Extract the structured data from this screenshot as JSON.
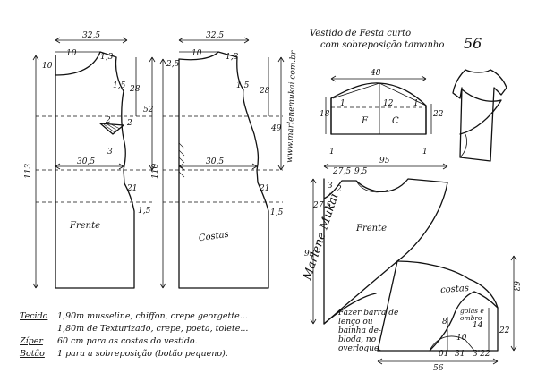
{
  "title": {
    "line1": "Vestido de Festa curto",
    "line2": "com sobreposição tamanho",
    "size": "56"
  },
  "watermark": "www.marlenemukai.com.br",
  "signature": "Marlene Mukai",
  "front": {
    "label": "Frente",
    "width_top": "32,5",
    "neck_width": "10",
    "neck_depth": "10",
    "shoulder_drop": "1,3",
    "armhole_left": "1,5",
    "armhole_depth": "28",
    "bust_depth": "52",
    "dart_width": "2",
    "dart_small": "3",
    "dart_point": "2",
    "length": "113",
    "waist": "30,5",
    "hip_depth": "21",
    "hip_side": "1,5"
  },
  "back": {
    "label": "Costas",
    "width_top": "32,5",
    "neck_width": "10",
    "neck_depth": "2,5",
    "shoulder_drop": "1,3",
    "armhole_left": "1,5",
    "armhole_depth": "28",
    "waist_depth": "49",
    "length": "110",
    "waist": "30,5",
    "hip_depth": "21",
    "hip_side": "1,5"
  },
  "sleeve": {
    "width": "48",
    "left_height": "18",
    "right_height": "22",
    "front_label": "F",
    "back_label": "C",
    "center": "12",
    "cap_left": "1",
    "cap_right": "1",
    "fold_marks": "1"
  },
  "overlay": {
    "label_front": "Frente",
    "label_back": "costas",
    "top_width": "95",
    "bottom_width": "56",
    "left_height": "93",
    "right_height": "63",
    "neck_a": "27,5",
    "neck_b": "9,5",
    "neck_c": "3",
    "neck_depth": "27,5",
    "neck_small": "2",
    "bottom_right": "22",
    "curve_8": "8",
    "curve_10": "10",
    "curve_14": "14",
    "bottom_01": "01",
    "bottom_31": "31",
    "bottom_322": "3'22",
    "note_left": [
      "Fazer barra de",
      "lenço ou",
      "bainha de-",
      "bloda, no",
      "overloque."
    ],
    "note_right": [
      "golas e",
      "ombro"
    ]
  },
  "notes": [
    {
      "key": "Tecido",
      "value": "1,90m    musseline, chiffon, crepe georgette..."
    },
    {
      "key": "",
      "value": "1,80m  de Texturizado, crepe, poeta, tolete..."
    },
    {
      "key": "Zíper",
      "value": "60 cm  para as costas do vestido."
    },
    {
      "key": "Botão",
      "value": "1  para a sobreposição (botão pequeno)."
    }
  ]
}
